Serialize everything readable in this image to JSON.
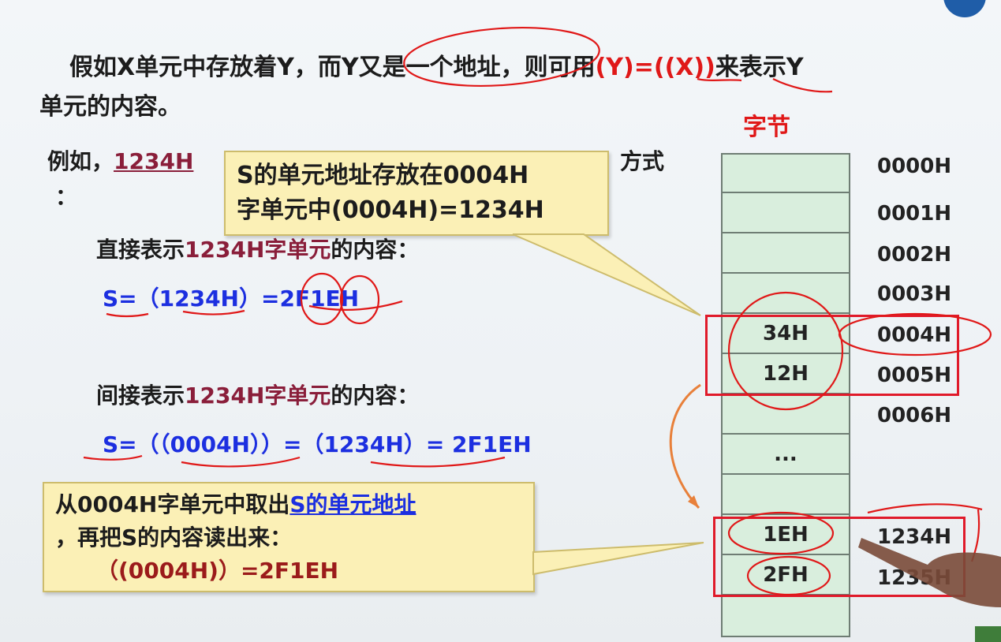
{
  "intro": {
    "line1_a": "假如X单元中存放着Y，而",
    "line1_b": "Y又是一个地址",
    "line1_c": "，则可用",
    "line1_formula": "(Y)=((X))",
    "line1_d": "来表示Y",
    "line2": "单元的内容。"
  },
  "memory_label": "字节",
  "example": {
    "prefix": "例如，",
    "ref": "1234H",
    "suffix_visible": "方式",
    "colon": "："
  },
  "callout_top": {
    "line1": "S的单元地址存放在0004H",
    "line2": "字单元中(0004H)=1234H"
  },
  "direct": {
    "label_a": "直接表示",
    "label_b": "1234H字单元",
    "label_c": "的内容：",
    "formula_a": "S=（1234H）=",
    "formula_b": "2F1EH"
  },
  "indirect": {
    "label_a": "间接表示",
    "label_b": "1234H字单元",
    "label_c": "的内容：",
    "formula": "S=（（0004H））=（1234H）= 2F1EH"
  },
  "callout_bottom": {
    "line1_a": "从0004H字单元中取出",
    "line1_link": "S的单元地址",
    "line2": "，再把S的内容读出来：",
    "line3": "（(0004H)）=2F1EH"
  },
  "memory": {
    "cells": [
      "",
      "",
      "",
      "",
      "34H",
      "12H",
      "",
      "...",
      "",
      "1EH",
      "2FH",
      ""
    ],
    "addresses": [
      "0000H",
      "0001H",
      "0002H",
      "0003H",
      "0004H",
      "0005H",
      "0006H",
      "1234H",
      "1235H"
    ]
  },
  "colors": {
    "highlight_red": "#e01818",
    "blue_text": "#1c2fe0",
    "maroon_text": "#8a1e3a",
    "callout_bg": "#fbf0b6",
    "memory_bg": "#d9eedd",
    "arrow_orange": "#e8803a"
  }
}
